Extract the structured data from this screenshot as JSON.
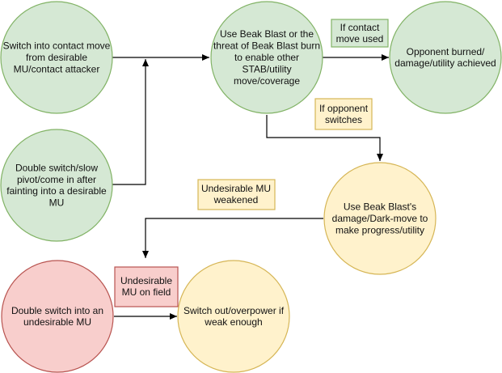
{
  "colors": {
    "green_fill": "#d5e8d4",
    "green_stroke": "#82b366",
    "yellow_fill": "#fff2cc",
    "yellow_stroke": "#d6b656",
    "red_fill": "#f8cecc",
    "red_stroke": "#b85450",
    "edge": "#000000"
  },
  "nodes": [
    {
      "id": "switch-contact",
      "shape": "circle",
      "color": "green",
      "lines": [
        "Switch into contact move",
        "from desirable",
        "MU/contact attacker"
      ]
    },
    {
      "id": "double-switch-desirable",
      "shape": "circle",
      "color": "green",
      "lines": [
        "Double switch/slow",
        "pivot/come in after",
        "fainting into a desirable",
        "MU"
      ]
    },
    {
      "id": "use-beak-blast",
      "shape": "circle",
      "color": "green",
      "lines": [
        "Use Beak Blast or the",
        "threat of Beak Blast burn",
        "to enable other",
        "STAB/utility",
        "move/coverage"
      ]
    },
    {
      "id": "opponent-burned",
      "shape": "circle",
      "color": "green",
      "lines": [
        "Opponent burned/",
        "damage/utility achieved"
      ]
    },
    {
      "id": "beak-blast-damage",
      "shape": "circle",
      "color": "yellow",
      "lines": [
        "Use Beak Blast's",
        "damage/Dark-move to",
        "make progress/utility"
      ]
    },
    {
      "id": "double-switch-undesirable",
      "shape": "circle",
      "color": "red",
      "lines": [
        "Double switch into an",
        "undesirable MU"
      ]
    },
    {
      "id": "switch-out",
      "shape": "circle",
      "color": "yellow",
      "lines": [
        "Switch out/overpower if",
        "weak enough"
      ]
    },
    {
      "id": "label-contact-used",
      "shape": "box",
      "color": "green",
      "lines": [
        "If contact",
        "move used"
      ]
    },
    {
      "id": "label-opponent-switches",
      "shape": "box",
      "color": "yellow",
      "lines": [
        "If opponent",
        "switches"
      ]
    },
    {
      "id": "label-mu-weakened",
      "shape": "box",
      "color": "yellow",
      "lines": [
        "Undesirable MU",
        "weakened"
      ]
    },
    {
      "id": "label-undesirable-field",
      "shape": "box",
      "color": "red",
      "lines": [
        "Undesirable",
        "MU on field"
      ]
    }
  ]
}
